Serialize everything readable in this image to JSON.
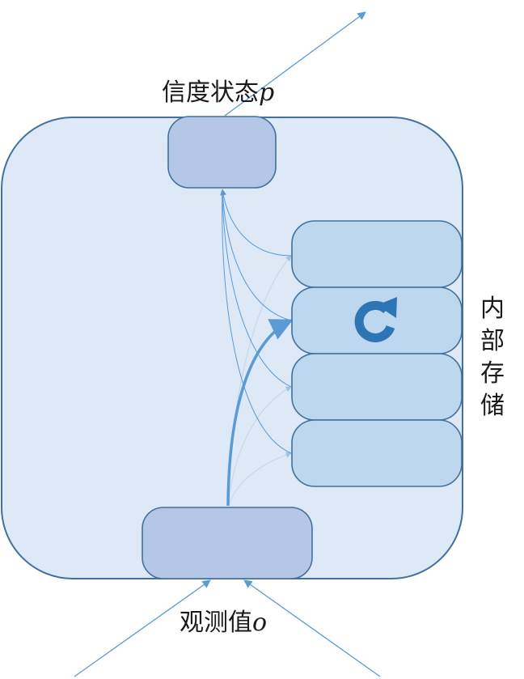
{
  "labels": {
    "belief_state": "信度状态",
    "belief_var": "p",
    "observation": "观测值",
    "observation_var": "o",
    "internal_memory": [
      "内",
      "部",
      "存",
      "储"
    ]
  },
  "icons": {
    "memory_update": "refresh-icon"
  },
  "colors": {
    "outer_box_fill": "#dde9f6",
    "outer_box_stroke": "#41719c",
    "node_fill": "#b4c7e7",
    "memory_fill": "#bdd7ee",
    "arrow": "#5b9bd5",
    "icon": "#2e75b6"
  }
}
